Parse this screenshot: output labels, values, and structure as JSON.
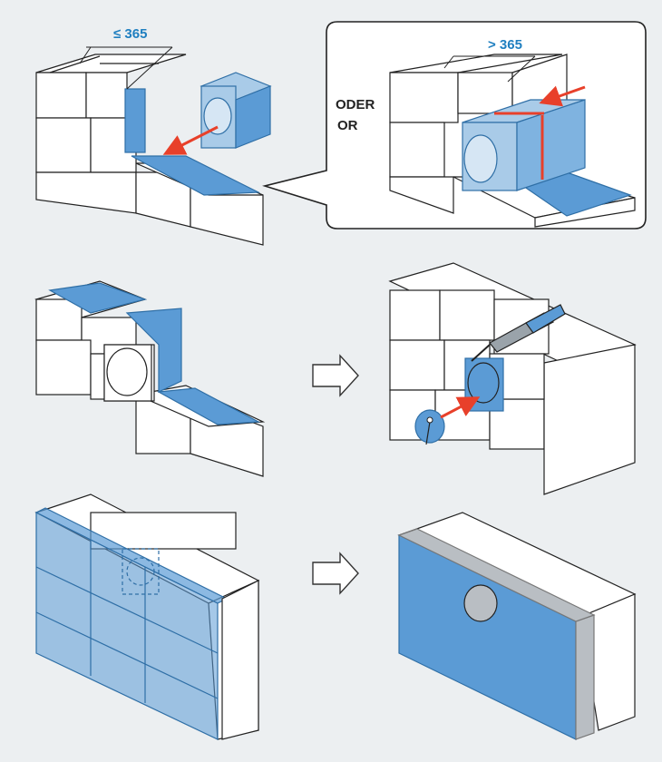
{
  "labels": {
    "dim_max": "≤ 365",
    "dim_over": "> 365",
    "oder": "ODER",
    "or": "OR"
  },
  "colors": {
    "background": "#eceff1",
    "blue_fill": "#5b9bd5",
    "blue_light": "#a9cbe8",
    "blue_dark": "#2f6fa6",
    "dim_text": "#1f7fc0",
    "red": "#e8402a",
    "gray_seal": "#b9bec3"
  },
  "icons": [
    "arrow-right-icon",
    "arrow-right-icon"
  ]
}
